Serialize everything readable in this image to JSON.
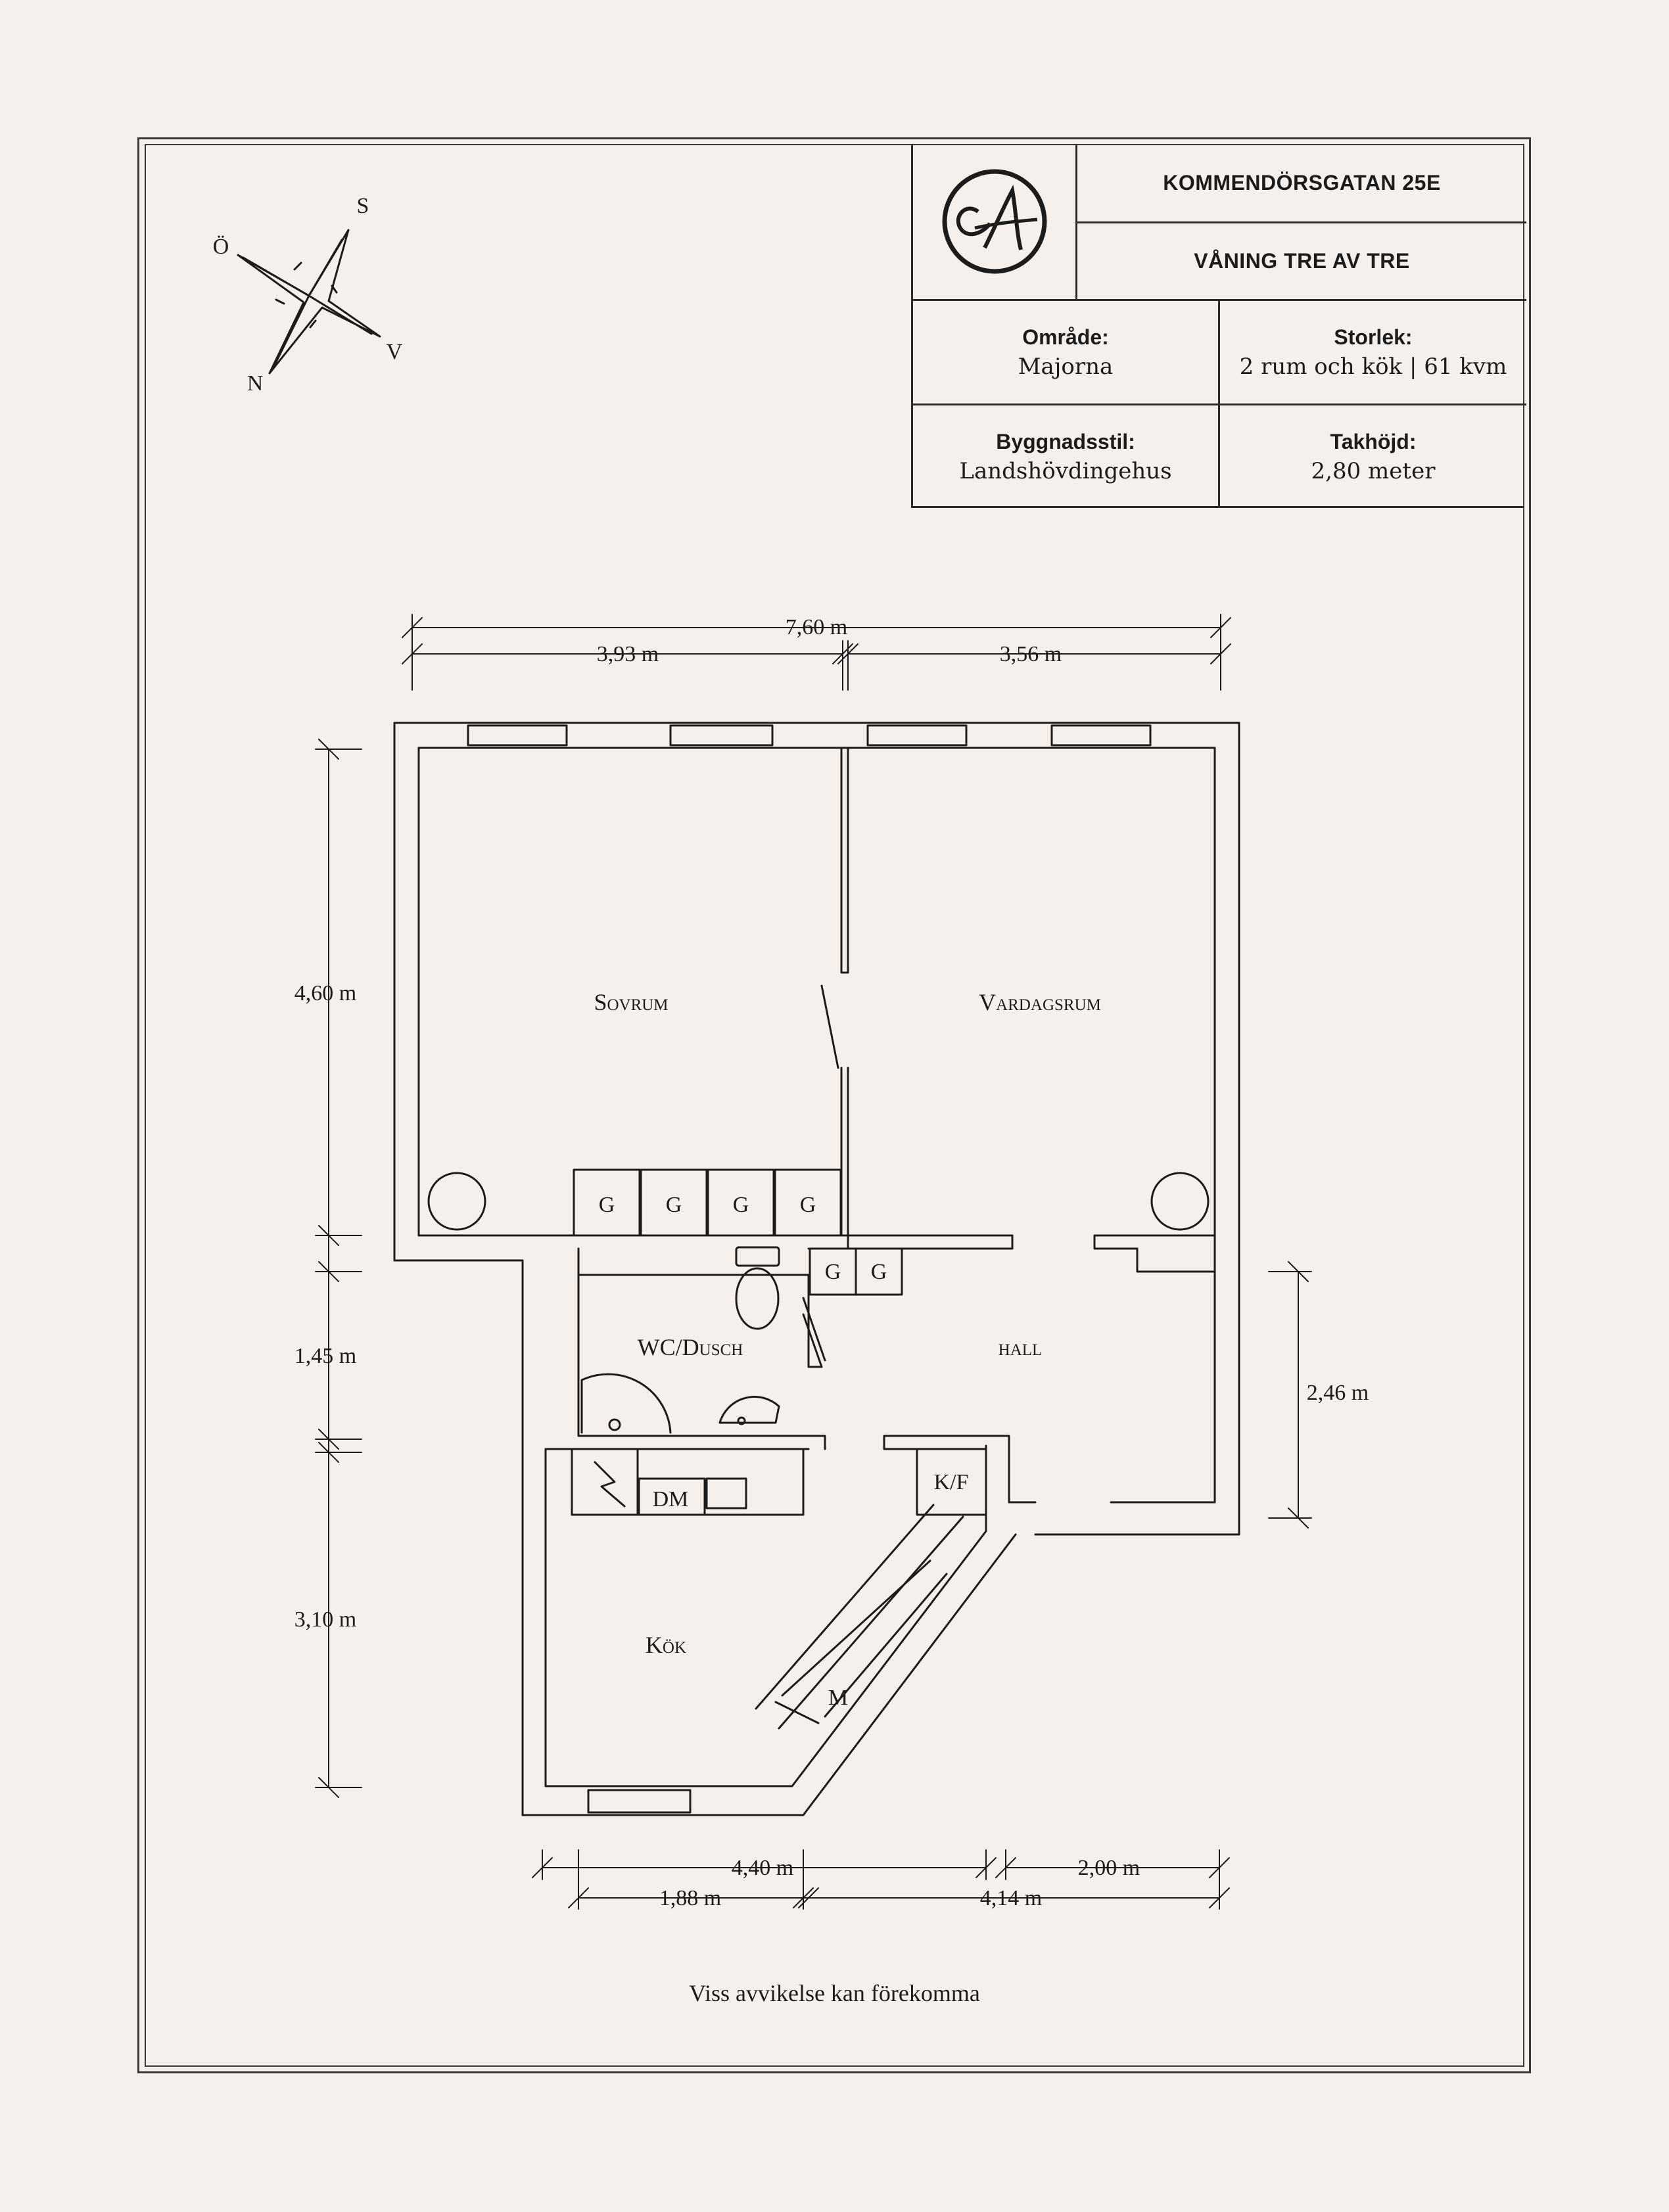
{
  "header": {
    "address": "KOMMENDÖRSGATAN 25E",
    "floor": "VÅNING TRE AV TRE",
    "area_label": "Område:",
    "area_value": "Majorna",
    "size_label": "Storlek:",
    "size_value": "2 rum och kök | 61 kvm",
    "style_label": "Byggnadsstil:",
    "style_value": "Landshövdingehus",
    "height_label": "Takhöjd:",
    "height_value": "2,80 meter"
  },
  "compass": {
    "north": "N",
    "south": "S",
    "east": "Ö",
    "west": "V"
  },
  "rooms": {
    "bedroom": "Sovrum",
    "living": "Vardagsrum",
    "wc": "WC/Dusch",
    "hall": "hall",
    "kitchen": "Kök"
  },
  "fixtures": {
    "wardrobe": "G",
    "dishwasher": "DM",
    "fridge_freezer": "K/F",
    "microwave": "M"
  },
  "dimensions": {
    "total_width": "7,60 m",
    "left_width": "3,93 m",
    "right_width": "3,56 m",
    "bedroom_depth": "4,60 m",
    "wc_depth": "1,45 m",
    "kitchen_depth": "3,10 m",
    "hall_depth": "2,46 m",
    "bottom_total": "4,40 m",
    "bottom_right": "2,00 m",
    "kitchen_width": "1,88 m",
    "bottom_mid": "4,14 m"
  },
  "footer": "Viss avvikelse kan förekomma",
  "colors": {
    "background": "#f6f0ed",
    "ink": "#1c1c1c"
  }
}
